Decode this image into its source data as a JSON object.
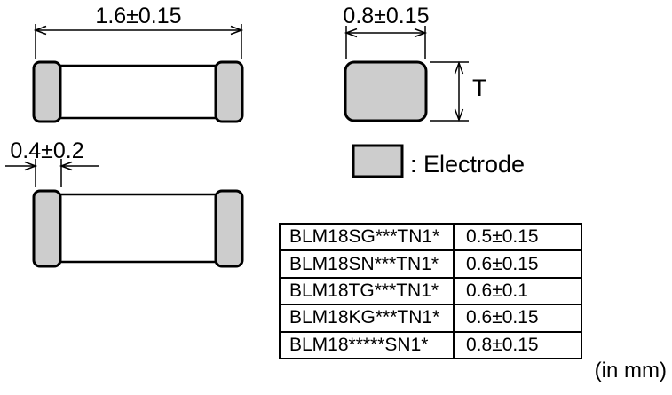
{
  "diagram": {
    "dimensions": {
      "length_label": "1.6±0.15",
      "width_label": "0.8±0.15",
      "electrode_width_label": "0.4±0.2",
      "thickness_label": "T"
    },
    "legend": {
      "label": ": Electrode"
    },
    "units_note": "(in mm)",
    "colors": {
      "electrode_fill": "#cdcdcd",
      "line": "#000000",
      "background": "#ffffff"
    }
  },
  "table": {
    "rows": [
      {
        "part": "BLM18SG***TN1*",
        "thickness": "0.5±0.15"
      },
      {
        "part": "BLM18SN***TN1*",
        "thickness": "0.6±0.15"
      },
      {
        "part": "BLM18TG***TN1*",
        "thickness": "0.6±0.1"
      },
      {
        "part": "BLM18KG***TN1*",
        "thickness": "0.6±0.15"
      },
      {
        "part": "BLM18*****SN1*",
        "thickness": "0.8±0.15"
      }
    ]
  }
}
